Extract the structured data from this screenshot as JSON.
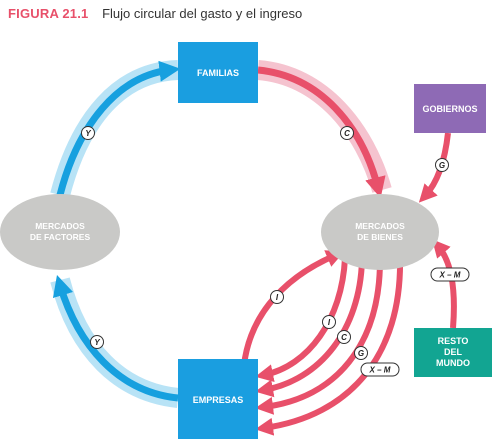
{
  "figure": {
    "number": "FIGURA 21.1",
    "title": "Flujo circular del gasto y el ingreso"
  },
  "nodes": {
    "familias": "FAMILIAS",
    "empresas": "EMPRESAS",
    "gobiernos": "GOBIERNOS",
    "resto_line1": "RESTO",
    "resto_line2": "DEL",
    "resto_line3": "MUNDO",
    "factores_line1": "MERCADOS",
    "factores_line2": "DE FACTORES",
    "bienes_line1": "MERCADOS",
    "bienes_line2": "DE BIENES"
  },
  "flows": {
    "y_top": "Y",
    "y_bottom": "Y",
    "c_top": "C",
    "g_top": "G",
    "xm_right": "X – M",
    "i_left": "I",
    "i_mid": "I",
    "c_mid": "C",
    "g_mid": "G",
    "xm_mid": "X – M"
  },
  "colors": {
    "blue_box": "#1a9ee0",
    "blue_flow": "#16a0df",
    "blue_halo": "#b8e3f6",
    "red_flow": "#e8506a",
    "pink_halo": "#f5c3cf",
    "gray_oval": "#c9c9c7",
    "purple_box": "#8e6ab5",
    "teal_box": "#12a592",
    "caption_accent": "#e8506a"
  }
}
